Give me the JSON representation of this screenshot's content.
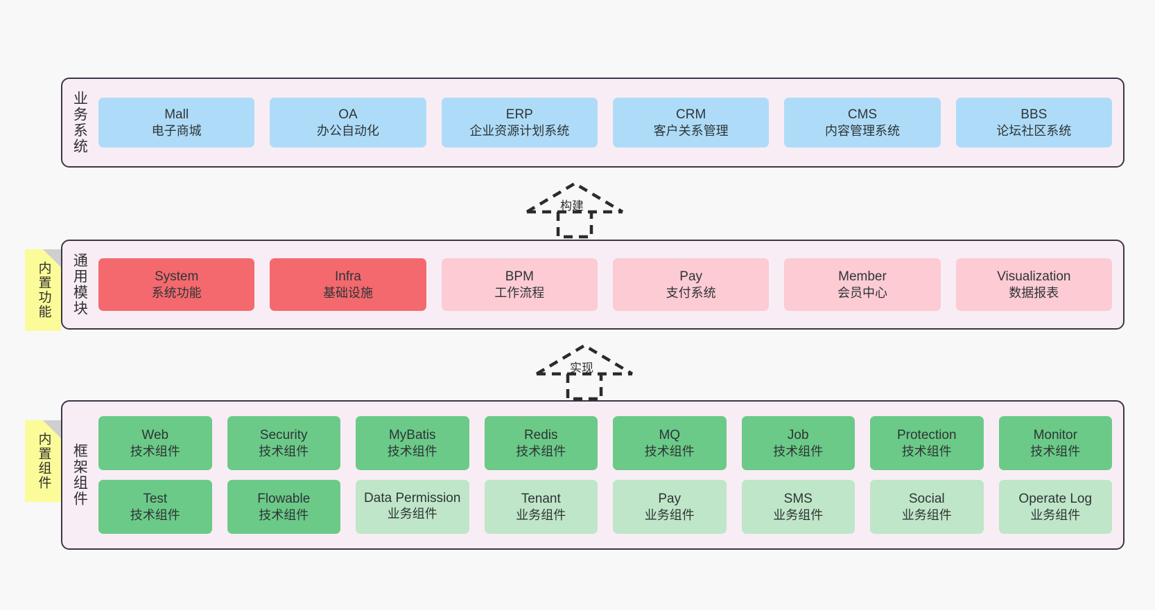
{
  "palette": {
    "canvas_bg": "#F8F8F8",
    "layer_bg": "#F8EDF5",
    "layer_border": "#3B3544",
    "business": "#AEDCF8",
    "module_core": "#F4696E",
    "module_plain": "#FCCBD4",
    "tech_component": "#6BCA88",
    "business_component": "#BFE6C8",
    "sticky": "#FBFB99",
    "sticky_fold": "#CFCFCF"
  },
  "layers": [
    {
      "id": "business-system",
      "title": "业务系统",
      "sticky": null,
      "rows": [
        {
          "items": [
            {
              "name": "Mall",
              "desc": "电子商城",
              "style": "c-blue"
            },
            {
              "name": "OA",
              "desc": "办公自动化",
              "style": "c-blue"
            },
            {
              "name": "ERP",
              "desc": "企业资源计划系统",
              "style": "c-blue"
            },
            {
              "name": "CRM",
              "desc": "客户关系管理",
              "style": "c-blue"
            },
            {
              "name": "CMS",
              "desc": "内容管理系统",
              "style": "c-blue"
            },
            {
              "name": "BBS",
              "desc": "论坛社区系统",
              "style": "c-blue"
            }
          ]
        }
      ]
    },
    {
      "id": "common-module",
      "title": "通用模块",
      "sticky": "内置功能",
      "rows": [
        {
          "items": [
            {
              "name": "System",
              "desc": "系统功能",
              "style": "c-red"
            },
            {
              "name": "Infra",
              "desc": "基础设施",
              "style": "c-red"
            },
            {
              "name": "BPM",
              "desc": "工作流程",
              "style": "c-pink"
            },
            {
              "name": "Pay",
              "desc": "支付系统",
              "style": "c-pink"
            },
            {
              "name": "Member",
              "desc": "会员中心",
              "style": "c-pink"
            },
            {
              "name": "Visualization",
              "desc": "数据报表",
              "style": "c-pink"
            }
          ]
        }
      ]
    },
    {
      "id": "framework-component",
      "title": "框架组件",
      "sticky": "内置组件",
      "rows": [
        {
          "items": [
            {
              "name": "Web",
              "desc": "技术组件",
              "style": "c-green"
            },
            {
              "name": "Security",
              "desc": "技术组件",
              "style": "c-green"
            },
            {
              "name": "MyBatis",
              "desc": "技术组件",
              "style": "c-green"
            },
            {
              "name": "Redis",
              "desc": "技术组件",
              "style": "c-green"
            },
            {
              "name": "MQ",
              "desc": "技术组件",
              "style": "c-green"
            },
            {
              "name": "Job",
              "desc": "技术组件",
              "style": "c-green"
            },
            {
              "name": "Protection",
              "desc": "技术组件",
              "style": "c-green"
            },
            {
              "name": "Monitor",
              "desc": "技术组件",
              "style": "c-green"
            }
          ]
        },
        {
          "items": [
            {
              "name": "Test",
              "desc": "技术组件",
              "style": "c-green"
            },
            {
              "name": "Flowable",
              "desc": "技术组件",
              "style": "c-green"
            },
            {
              "name": "Data Permission",
              "desc": "业务组件",
              "style": "c-lightgreen"
            },
            {
              "name": "Tenant",
              "desc": "业务组件",
              "style": "c-lightgreen"
            },
            {
              "name": "Pay",
              "desc": "业务组件",
              "style": "c-lightgreen"
            },
            {
              "name": "SMS",
              "desc": "业务组件",
              "style": "c-lightgreen"
            },
            {
              "name": "Social",
              "desc": "业务组件",
              "style": "c-lightgreen"
            },
            {
              "name": "Operate Log",
              "desc": "业务组件",
              "style": "c-lightgreen"
            }
          ]
        }
      ]
    }
  ],
  "connectors": [
    {
      "id": "build",
      "label": "构建"
    },
    {
      "id": "implement",
      "label": "实现"
    }
  ]
}
